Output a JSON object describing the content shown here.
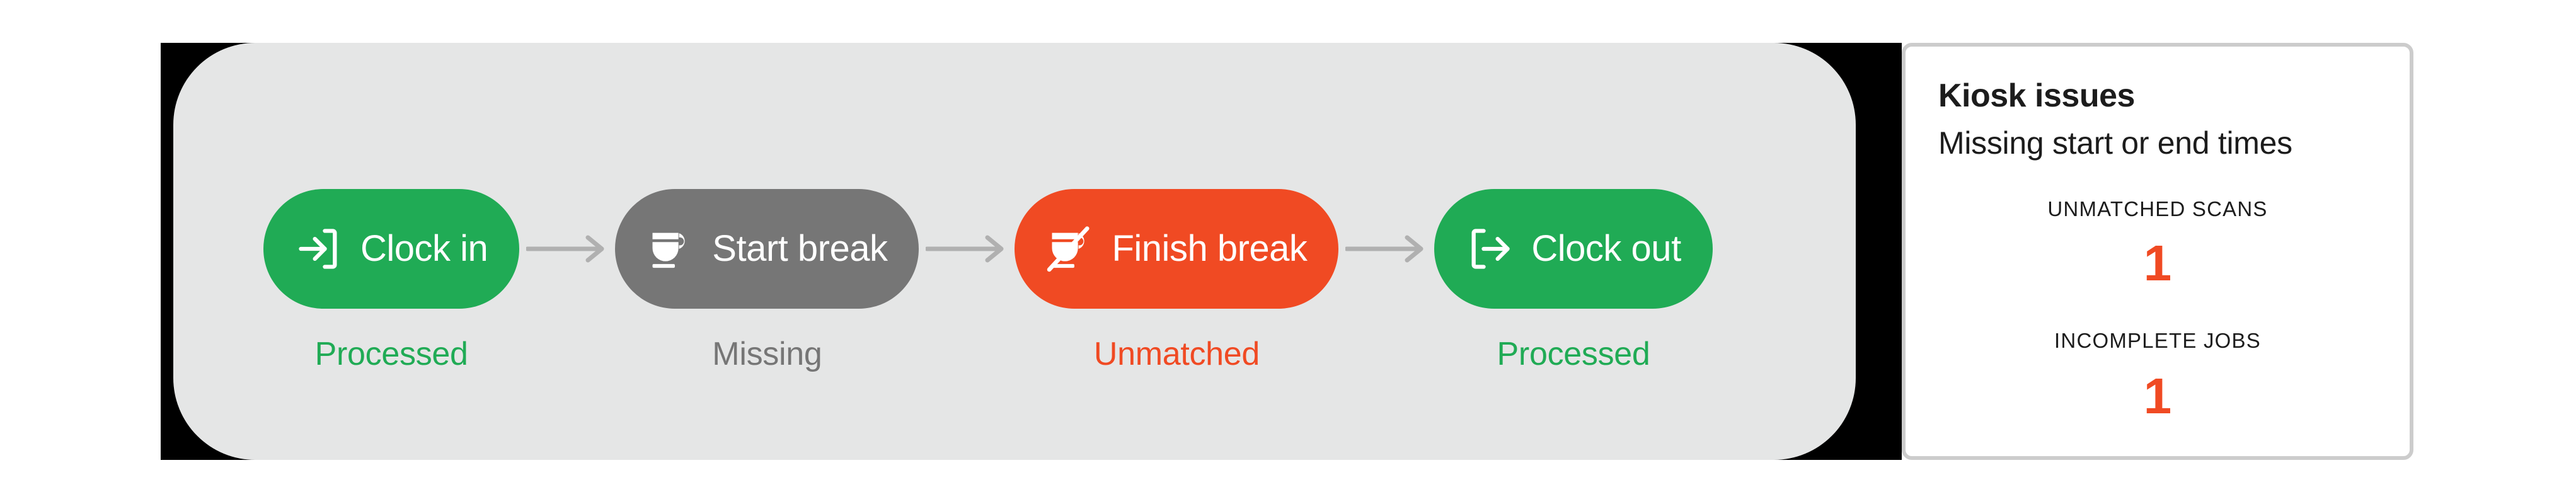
{
  "colors": {
    "page_background": "#ffffff",
    "backdrop": "#000000",
    "panel_background": "#e5e6e6",
    "green": "#20ab55",
    "gray": "#767676",
    "red": "#f04a23",
    "card_border": "#cccccc",
    "card_background": "#ffffff",
    "connector": "#b0b0b0"
  },
  "timeline": {
    "steps": [
      {
        "label": "Clock in",
        "icon": "login-arrow-icon",
        "pill_color": "#20ab55",
        "status": "Processed",
        "status_color": "#20ab55",
        "status_state": "processed"
      },
      {
        "label": "Start break",
        "icon": "coffee-cup-icon",
        "pill_color": "#767676",
        "status": "Missing",
        "status_color": "#767676",
        "status_state": "missing"
      },
      {
        "label": "Finish break",
        "icon": "coffee-cup-slash-icon",
        "pill_color": "#f04a23",
        "status": "Unmatched",
        "status_color": "#f04a23",
        "status_state": "unmatched"
      },
      {
        "label": "Clock out",
        "icon": "logout-arrow-icon",
        "pill_color": "#20ab55",
        "status": "Processed",
        "status_color": "#20ab55",
        "status_state": "processed"
      }
    ],
    "connector_icon": "arrow-right-icon"
  },
  "kiosk_card": {
    "title": "Kiosk issues",
    "subtitle": "Missing start or end times",
    "metrics": [
      {
        "label": "UNMATCHED SCANS",
        "value": "1",
        "value_color": "#f04a23"
      },
      {
        "label": "INCOMPLETE JOBS",
        "value": "1",
        "value_color": "#f04a23"
      }
    ]
  }
}
